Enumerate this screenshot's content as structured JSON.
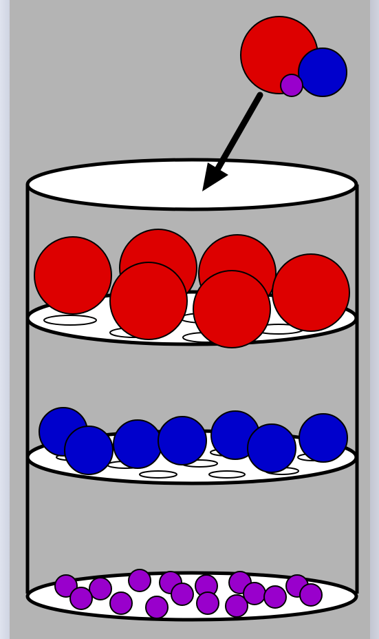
{
  "colors": {
    "background": "#b4b4b4",
    "frame": "#e2e5ee",
    "outline": "#000000",
    "large_ball": "#dd0000",
    "medium_ball": "#0000cc",
    "small_ball": "#9900cc",
    "sieve": "#ffffff"
  },
  "figure": {
    "description_items": [
      "falling-molecule",
      "sieve-column",
      "large-ball-layer",
      "medium-ball-layer",
      "small-ball-layer"
    ]
  }
}
